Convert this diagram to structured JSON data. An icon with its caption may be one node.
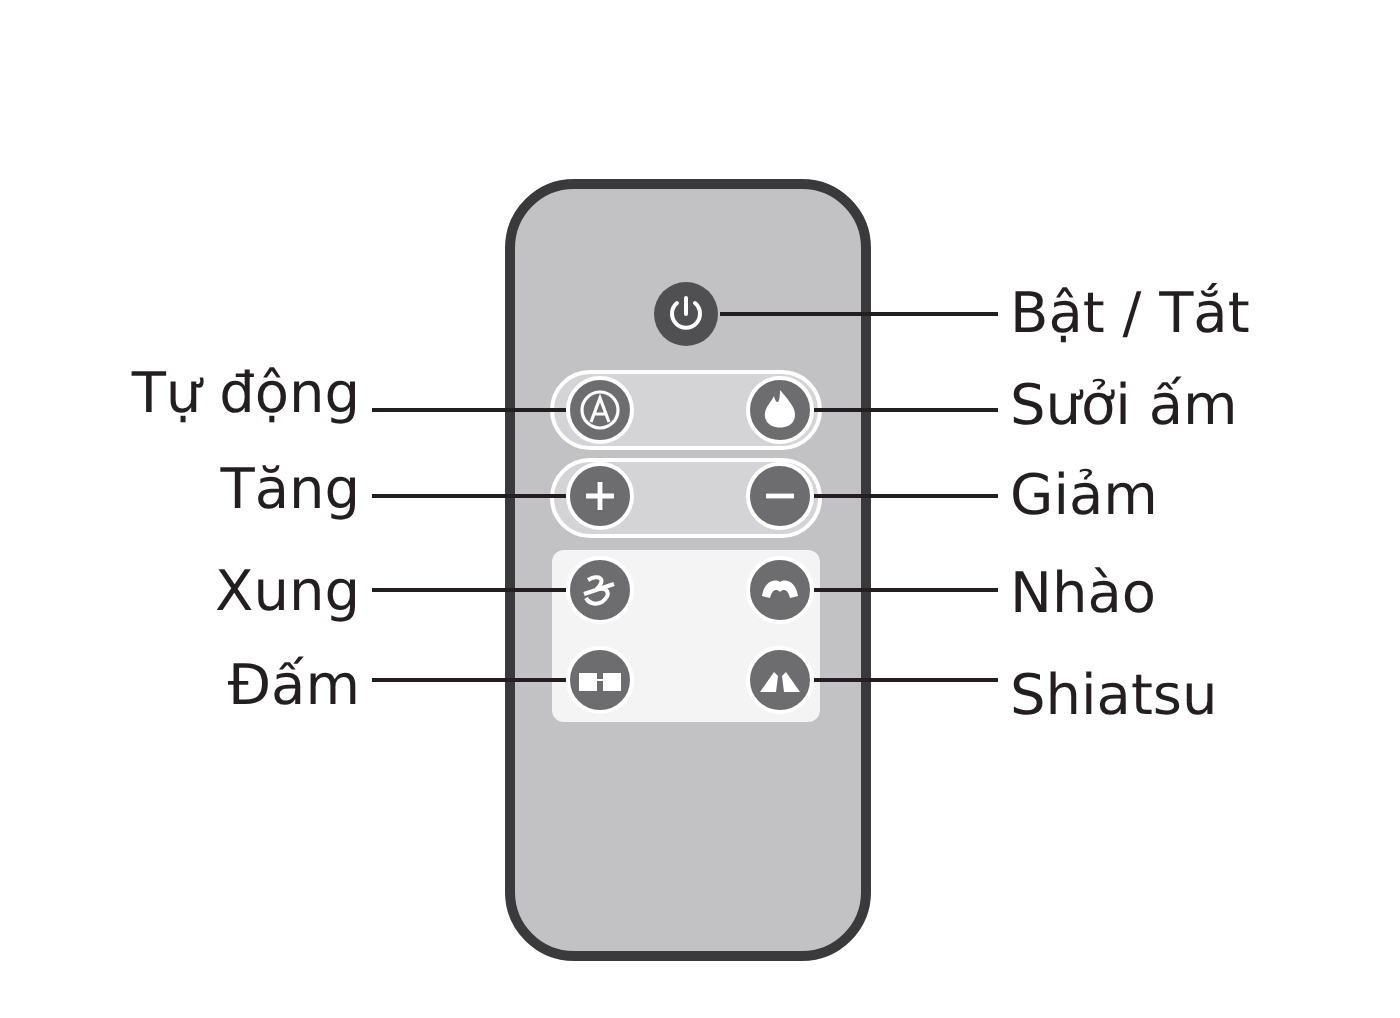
{
  "diagram": {
    "nodes": [
      {
        "text": [
          "Bật / Tắt"
        ]
      },
      {
        "text": [
          "Tự động"
        ]
      },
      {
        "text": [
          "Sưởi ấm"
        ]
      },
      {
        "text": [
          "Tăng"
        ]
      },
      {
        "text": [
          "Giảm"
        ]
      },
      {
        "text": [
          "Xung"
        ]
      },
      {
        "text": [
          "Nhào"
        ]
      },
      {
        "text": [
          "Đấm"
        ]
      },
      {
        "text": [
          "Shiatsu"
        ]
      },
      {
        "text": [],
        "shape": "circle"
      },
      {
        "text": [],
        "shape": "circle"
      },
      {
        "text": [],
        "shape": "circle"
      },
      {
        "text": [],
        "shape": "circle"
      },
      {
        "text": [],
        "shape": "circle"
      },
      {
        "text": [],
        "shape": "circle"
      },
      {
        "text": [],
        "shape": "circle"
      },
      {
        "text": [],
        "shape": "circle"
      },
      {
        "text": [],
        "shape": "circle"
      }
    ],
    "edges": [
      {
        "from": 0,
        "to": 9,
        "arrow": "none"
      },
      {
        "from": 1,
        "to": 10,
        "arrow": "none"
      },
      {
        "from": 2,
        "to": 11,
        "arrow": "none"
      },
      {
        "from": 3,
        "to": 12,
        "arrow": "none"
      },
      {
        "from": 4,
        "to": 13,
        "arrow": "none"
      },
      {
        "from": 5,
        "to": 14,
        "arrow": "none"
      },
      {
        "from": 6,
        "to": 15,
        "arrow": "none"
      },
      {
        "from": 7,
        "to": 16,
        "arrow": "none"
      },
      {
        "from": 8,
        "to": 17,
        "arrow": "none"
      }
    ]
  }
}
